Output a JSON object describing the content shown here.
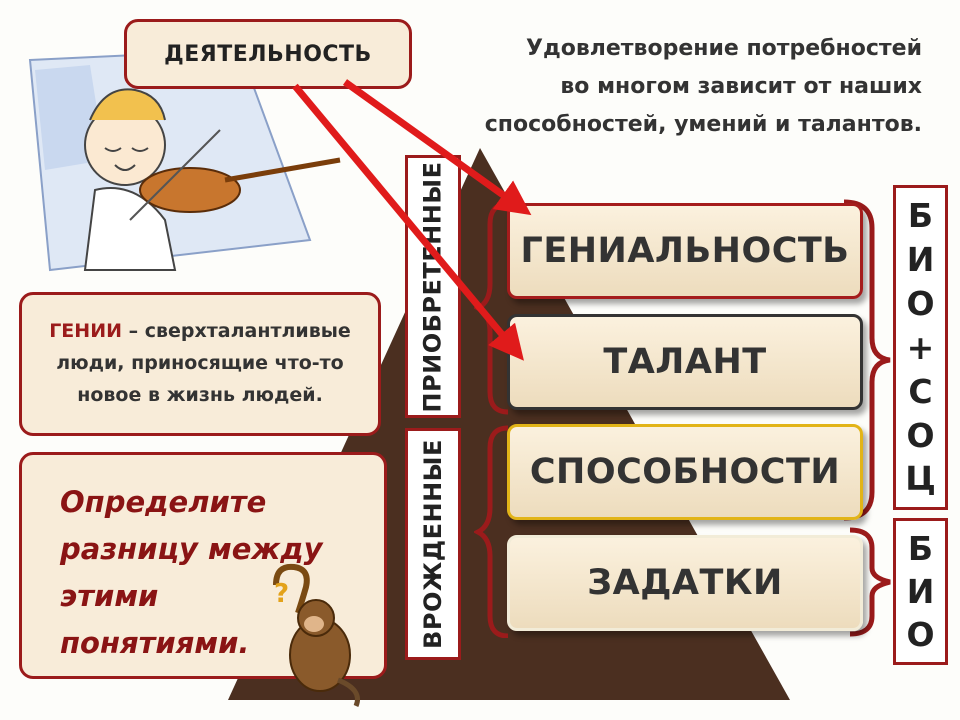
{
  "activity": {
    "label": "ДЕЯТЕЛЬНОСТЬ"
  },
  "intro": {
    "lines": [
      "Удовлетворение потребностей",
      "во многом зависит от наших",
      "способностей, умений и талантов."
    ]
  },
  "definition": {
    "term": "ГЕНИИ",
    "rest": " – сверхталантливые люди, приносящие что-то новое в жизнь людей."
  },
  "task": {
    "lines": [
      "Определите",
      "разницу между",
      "этими",
      "понятиями."
    ]
  },
  "levels": [
    "ГЕНИАЛЬНОСТЬ",
    "ТАЛАНТ",
    "СПОСОБНОСТИ",
    "ЗАДАТКИ"
  ],
  "vertical_labels": {
    "acquired": "ПРИОБРЕТЕННЫЕ",
    "innate": "ВРОЖДЕННЫЕ"
  },
  "bio_soc": [
    "Б",
    "И",
    "О",
    "+",
    "С",
    "О",
    "Ц"
  ],
  "bio": [
    "Б",
    "И",
    "О"
  ],
  "colors": {
    "accent": "#9b1b1b",
    "arrow": "#e01b1b",
    "pyramid": "#4a2f1f",
    "task_text": "#8a1414"
  }
}
